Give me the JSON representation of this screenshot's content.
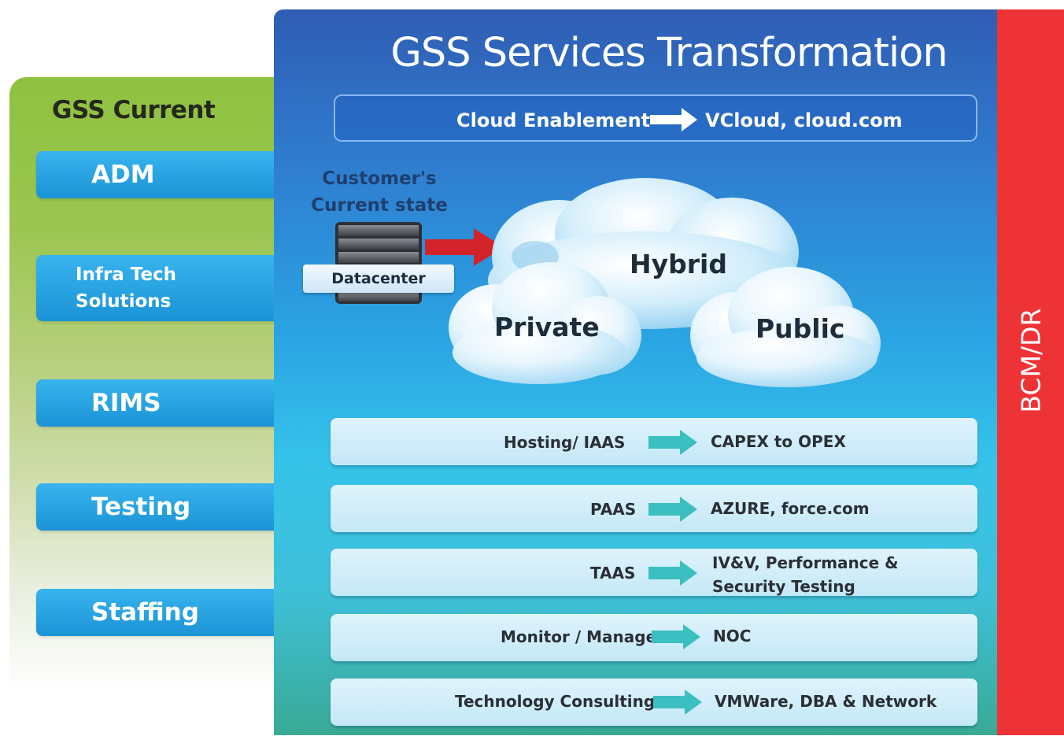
{
  "left_panel": {
    "title": "GSS Current",
    "items": [
      {
        "label": "ADM"
      },
      {
        "label": "Infra Tech\nSolutions"
      },
      {
        "label": "RIMS"
      },
      {
        "label": "Testing"
      },
      {
        "label": "Staffing"
      }
    ]
  },
  "main_panel": {
    "title": "GSS Services Transformation",
    "cloud_enablement": {
      "left": "Cloud Enablement",
      "right": "VCloud, cloud.com"
    },
    "customer_state": "Customer's\nCurrent state",
    "datacenter": "Datacenter",
    "clouds": {
      "hybrid": "Hybrid",
      "private": "Private",
      "public": "Public"
    },
    "services": [
      {
        "left": "Hosting/ IAAS",
        "right": "CAPEX to OPEX"
      },
      {
        "left": "PAAS",
        "right": "AZURE, force.com"
      },
      {
        "left": "TAAS",
        "right": "IV&V, Performance &\nSecurity Testing"
      },
      {
        "left": "Monitor / Manage",
        "right": "NOC"
      },
      {
        "left": "Technology Consulting",
        "right": "VMWare, DBA & Network"
      }
    ]
  },
  "side_bar": {
    "label": "BCM/DR"
  },
  "colors": {
    "left_green": "#8fc13f",
    "item_blue": "#1b93d6",
    "main_blue": "#2f7ed0",
    "bar_red": "#ee3337",
    "arrow_teal": "#3cbfc0",
    "arrow_red": "#d2232a"
  }
}
